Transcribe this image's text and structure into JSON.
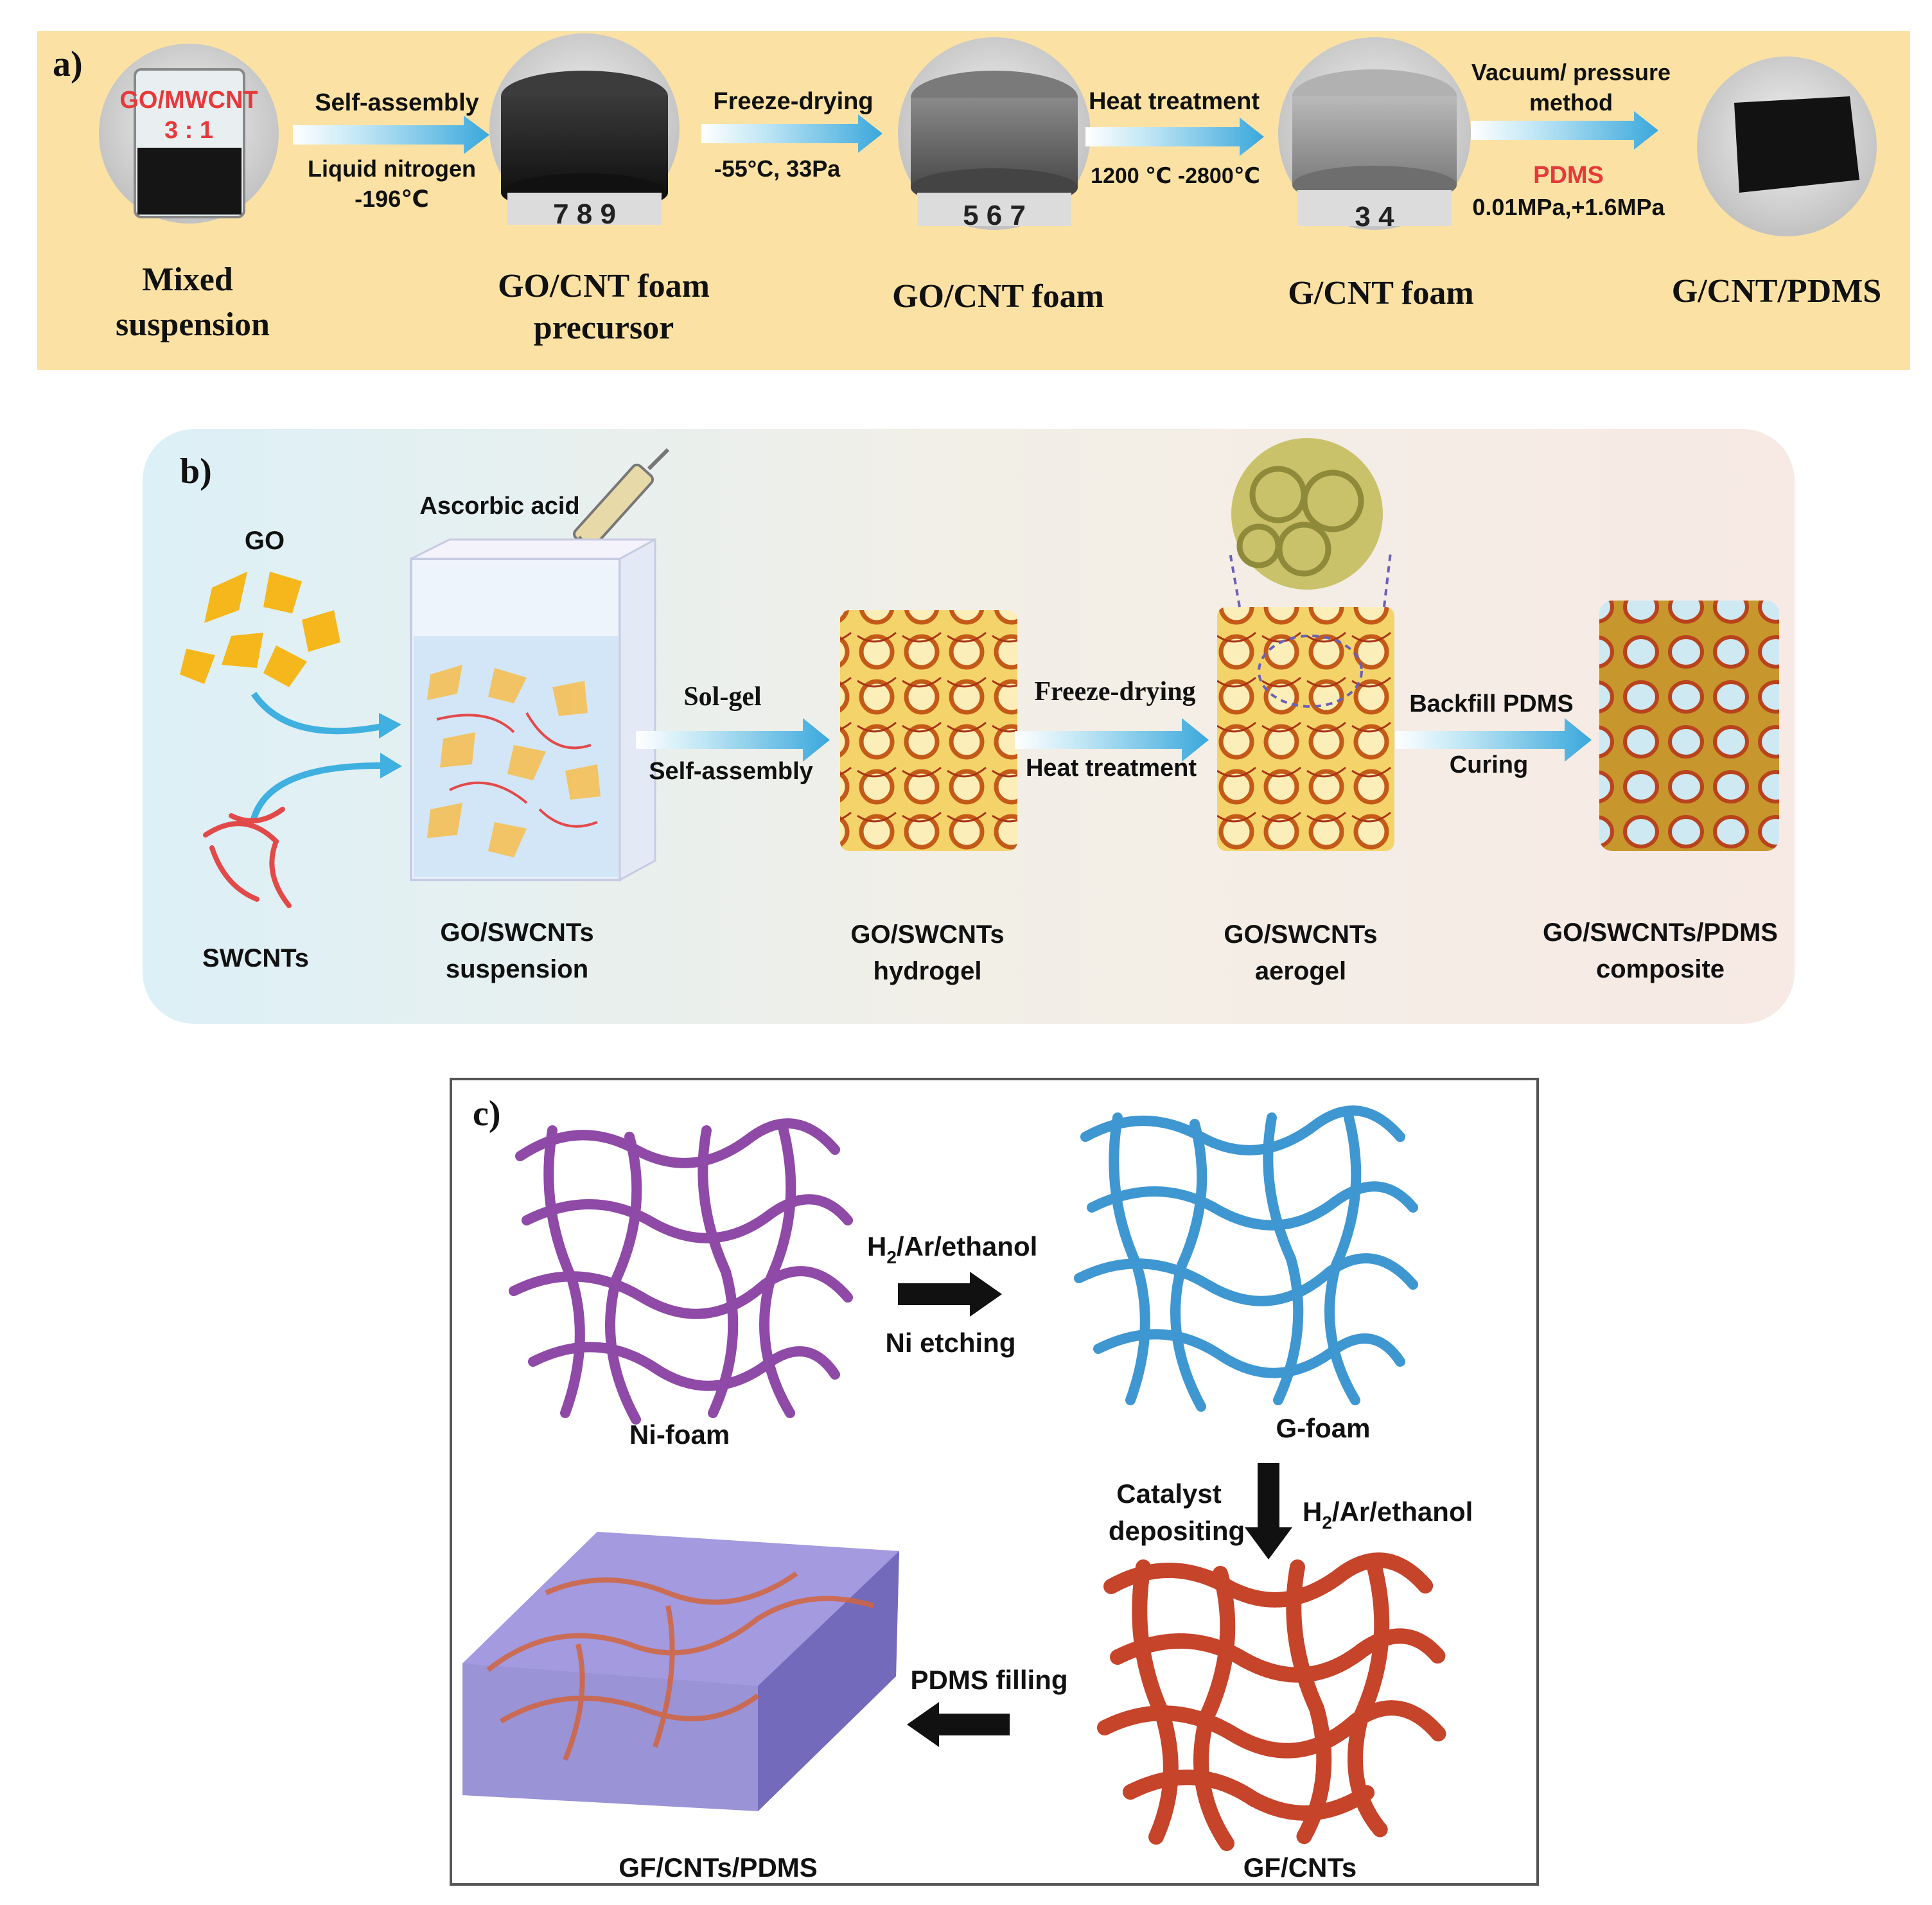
{
  "colors": {
    "panel_a_bg": "#fbe3a6",
    "panel_b_bg_left": "#dff0f6",
    "panel_b_bg_right": "#f6ece6",
    "arrow_blue": "#4cb6e3",
    "highlight_red": "#e53a3a",
    "ni_purple": "#8e4aa6",
    "g_blue": "#3f97d2",
    "cnt_red": "#c5442a",
    "pdms_violet": "#8c83cf",
    "sheet_yellow": "#f5b71b"
  },
  "panel_a": {
    "label": "a)",
    "beaker_label_top": "GO/MWCNT",
    "beaker_ratio": "3 : 1",
    "step1_top": "Self-assembly",
    "step1_bottom_1": "Liquid nitrogen",
    "step1_bottom_2": "-196℃",
    "step2_top": "Freeze-drying",
    "step2_bottom": "-55°C, 33Pa",
    "step3_top": "Heat treatment",
    "step3_bottom": "1200 ℃ -2800℃",
    "step4_top_1": "Vacuum/ pressure",
    "step4_top_2": "method",
    "step4_material": "PDMS",
    "step4_bottom": "0.01MPa,+1.6MPa",
    "ruler1": "7 8 9",
    "ruler2": "5 6 7",
    "ruler3": "3 4",
    "stage1_1": "Mixed",
    "stage1_2": "suspension",
    "stage2_1": "GO/CNT foam",
    "stage2_2": "precursor",
    "stage3": "GO/CNT foam",
    "stage4": "G/CNT foam",
    "stage5": "G/CNT/PDMS"
  },
  "panel_b": {
    "label": "b)",
    "go": "GO",
    "swcnts": "SWCNTs",
    "ascorbic": "Ascorbic acid",
    "arrow1_top": "Sol-gel",
    "arrow1_bottom": "Self-assembly",
    "arrow2_top": "Freeze-drying",
    "arrow2_bottom": "Heat treatment",
    "arrow3_top": "Backfill PDMS",
    "arrow3_bottom": "Curing",
    "stage1_1": "GO/SWCNTs",
    "stage1_2": "suspension",
    "stage2_1": "GO/SWCNTs",
    "stage2_2": "hydrogel",
    "stage3_1": "GO/SWCNTs",
    "stage3_2": "aerogel",
    "stage4_1": "GO/SWCNTs/PDMS",
    "stage4_2": "composite"
  },
  "panel_c": {
    "label": "c)",
    "gas1_a": "H",
    "gas1_sub": "2",
    "gas1_b": "/Ar/ethanol",
    "etching": "Ni etching",
    "ni_foam": "Ni-foam",
    "g_foam": "G-foam",
    "catalyst_1": "Catalyst",
    "catalyst_2": "depositing",
    "gas2_a": "H",
    "gas2_sub": "2",
    "gas2_b": "/Ar/ethanol",
    "pdms_filling": "PDMS filling",
    "gf_cnts": "GF/CNTs",
    "gf_cnts_pdms": "GF/CNTs/PDMS"
  }
}
